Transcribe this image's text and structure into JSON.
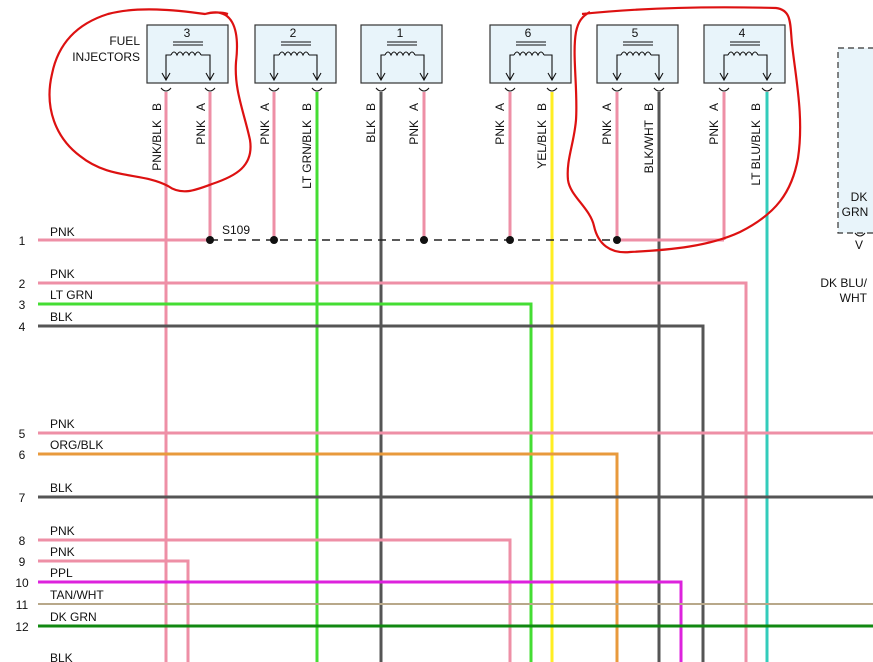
{
  "header": {
    "group_label_line1": "FUEL",
    "group_label_line2": "INJECTORS"
  },
  "splice": {
    "label": "S109"
  },
  "colors": {
    "PNK": "#ee8fa6",
    "LT GRN": "#44dd33",
    "BLK": "#555555",
    "YEL": "#ffee22",
    "LT BLU": "#33ccbb",
    "ORG": "#e89a3c",
    "PPL": "#dd22dd",
    "TAN": "#b8a88a",
    "DK GRN": "#118811",
    "annotation": "#dd1111",
    "box_fill": "#e8f4fa"
  },
  "injectors": [
    {
      "number": "3",
      "pin_left": "B",
      "pin_right": "A",
      "wire_left": "PNK/BLK",
      "wire_right": "PNK"
    },
    {
      "number": "2",
      "pin_left": "A",
      "pin_right": "B",
      "wire_left": "PNK",
      "wire_right": "LT GRN/BLK"
    },
    {
      "number": "1",
      "pin_left": "B",
      "pin_right": "A",
      "wire_left": "BLK",
      "wire_right": "PNK"
    },
    {
      "number": "6",
      "pin_left": "A",
      "pin_right": "B",
      "wire_left": "PNK",
      "wire_right": "YEL/BLK"
    },
    {
      "number": "5",
      "pin_left": "A",
      "pin_right": "B",
      "wire_left": "PNK",
      "wire_right": "BLK/WHT"
    },
    {
      "number": "4",
      "pin_left": "A",
      "pin_right": "B",
      "wire_left": "PNK",
      "wire_right": "LT BLU/BLK"
    }
  ],
  "right_component": {
    "label_line1": "DK",
    "label_line2": "GRN",
    "pin": "V",
    "wire_line1": "DK BLU/",
    "wire_line2": "WHT"
  },
  "rows": [
    {
      "number": "1",
      "wire": "PNK"
    },
    {
      "number": "2",
      "wire": "PNK"
    },
    {
      "number": "3",
      "wire": "LT GRN"
    },
    {
      "number": "4",
      "wire": "BLK"
    },
    {
      "number": "5",
      "wire": "PNK"
    },
    {
      "number": "6",
      "wire": "ORG/BLK"
    },
    {
      "number": "7",
      "wire": "BLK"
    },
    {
      "number": "8",
      "wire": "PNK"
    },
    {
      "number": "9",
      "wire": "PNK"
    },
    {
      "number": "10",
      "wire": "PPL"
    },
    {
      "number": "11",
      "wire": "TAN/WHT"
    },
    {
      "number": "12",
      "wire": "DK GRN"
    },
    {
      "number": "",
      "wire": "BLK"
    }
  ]
}
